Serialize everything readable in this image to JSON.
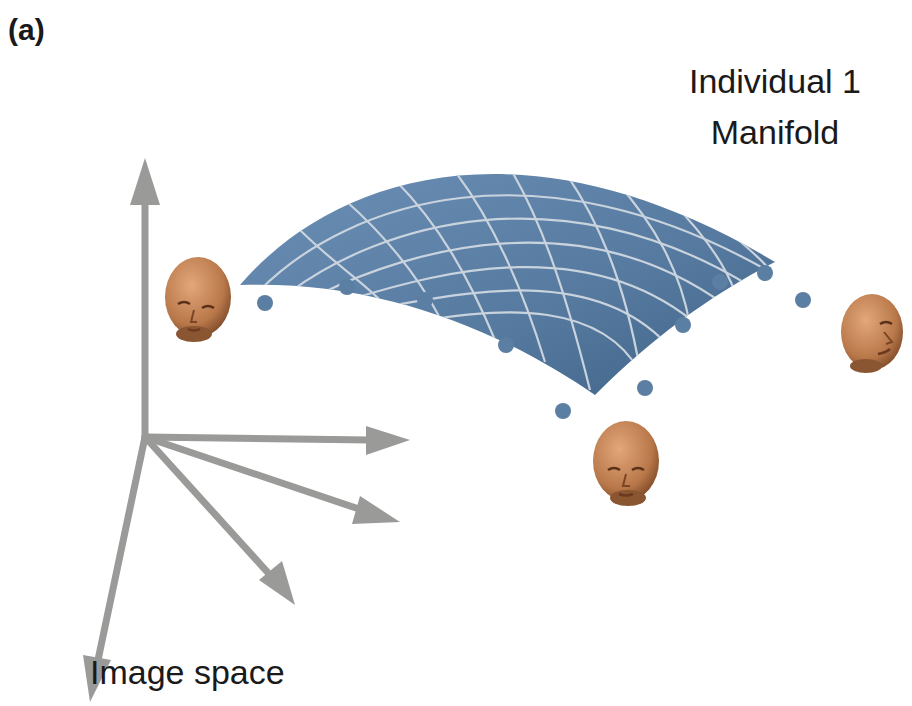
{
  "diagram": {
    "labels": [
      "(a)",
      "Individual 1 Manifold",
      "Image space"
    ]
  }
}
